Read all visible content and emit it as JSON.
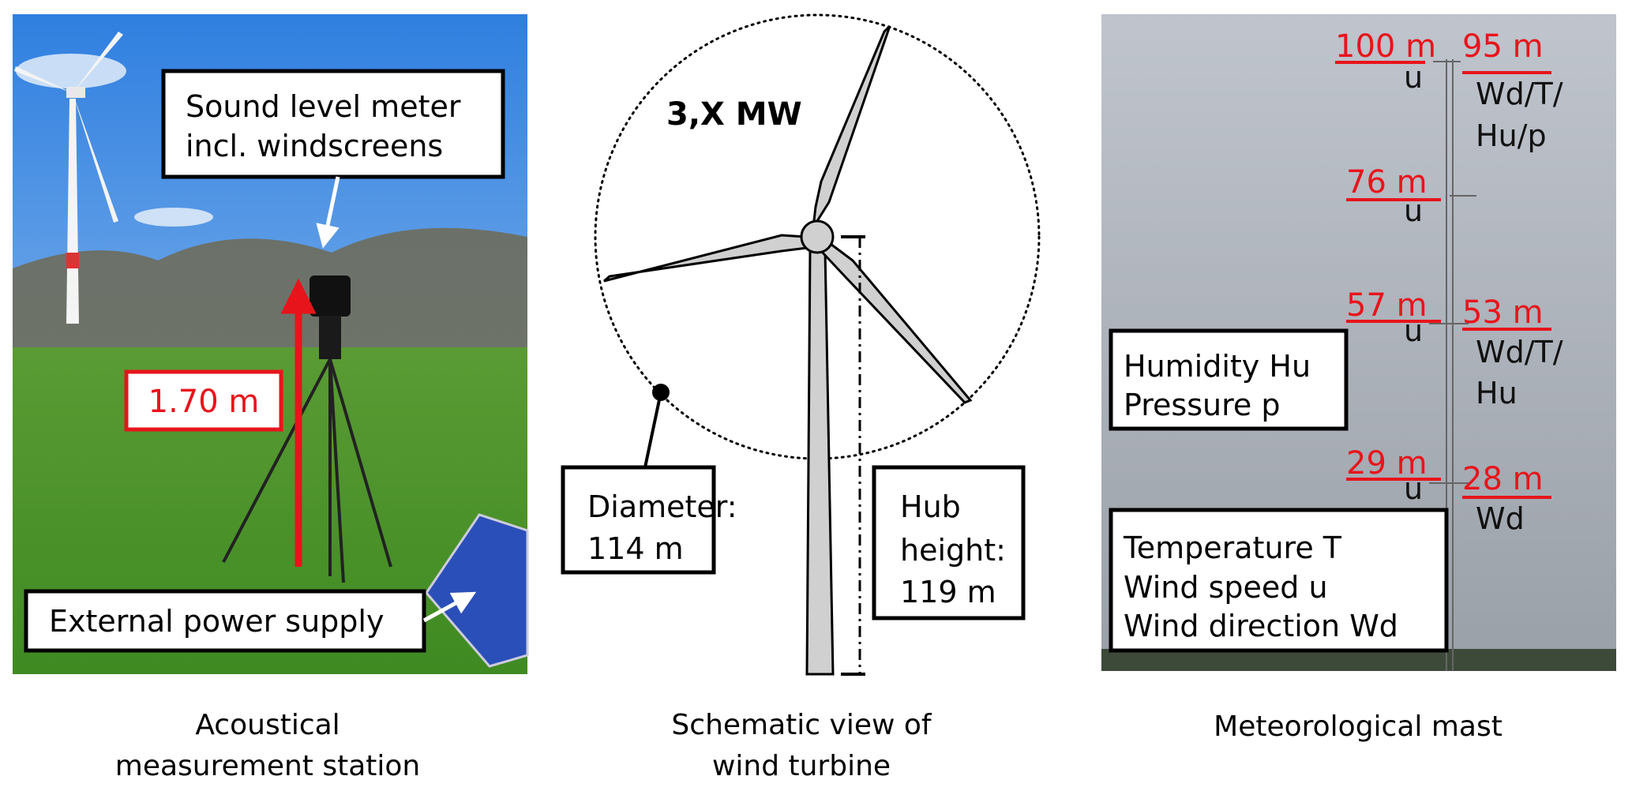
{
  "panels": {
    "acoustic": {
      "caption_lines": [
        "Acoustical",
        "measurement station"
      ],
      "sound_meter_label": [
        "Sound level meter",
        "incl. windscreens"
      ],
      "height_label": "1.70 m",
      "power_label": "External power supply"
    },
    "turbine": {
      "caption_lines": [
        "Schematic view of",
        "wind turbine"
      ],
      "power_rating": "3,X MW",
      "diameter_label": [
        "Diameter:",
        "114 m"
      ],
      "hub_label": [
        "Hub",
        "height:",
        "119 m"
      ]
    },
    "mast": {
      "caption": "Meteorological mast",
      "heights": {
        "h100": "100 m",
        "h95": "95 m",
        "h76": "76 m",
        "h57": "57 m",
        "h53": "53 m",
        "h29": "29 m",
        "h28": "28 m"
      },
      "sensors": {
        "u": "u",
        "s95": [
          "Wd/T/",
          "Hu/p"
        ],
        "s53": [
          "Wd/T/",
          "Hu"
        ],
        "s28": "Wd"
      },
      "legend_humidity": [
        "Humidity Hu",
        "Pressure p"
      ],
      "legend_temp": [
        "Temperature T",
        "Wind speed u",
        "Wind direction Wd"
      ]
    }
  },
  "colors": {
    "accent_red": "#e8141b",
    "sky": "#3f8be0",
    "grass": "#4f9a2c"
  }
}
